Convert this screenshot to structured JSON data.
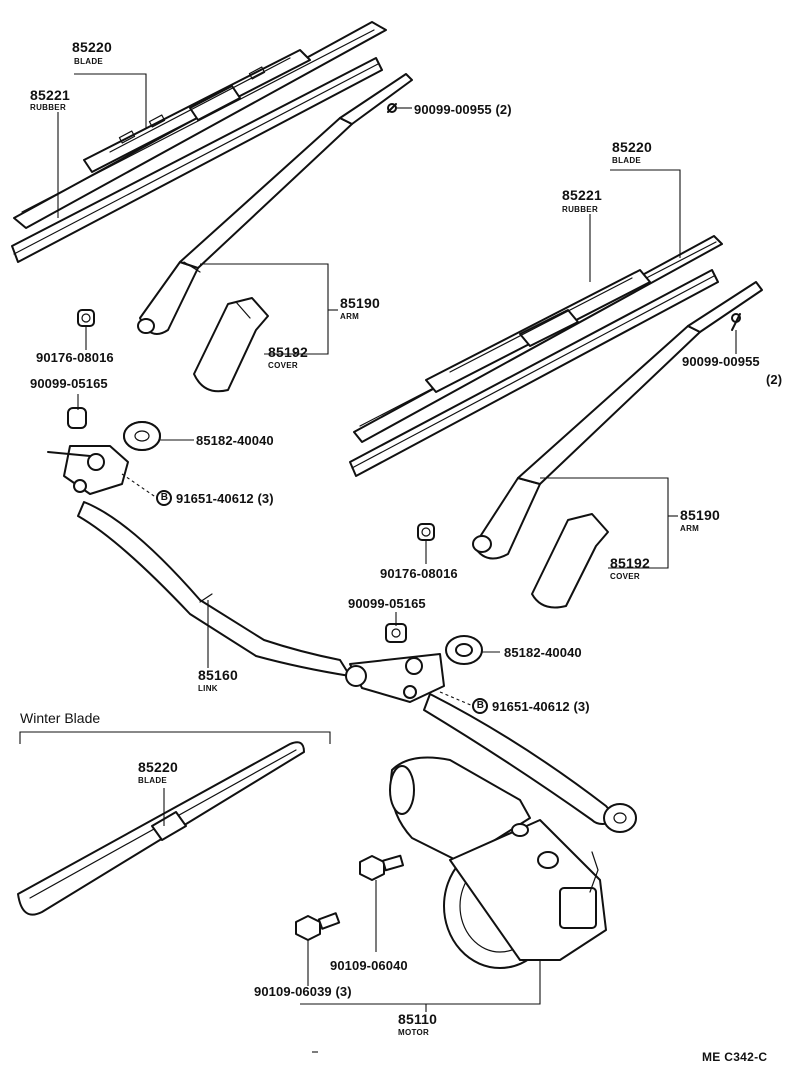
{
  "labels": {
    "blade_top_left": {
      "num": "85220",
      "name": "BLADE"
    },
    "rubber_top_left": {
      "num": "85221",
      "name": "RUBBER"
    },
    "blade_right": {
      "num": "85220",
      "name": "BLADE"
    },
    "rubber_right": {
      "num": "85221",
      "name": "RUBBER"
    },
    "arm_left": {
      "num": "85190",
      "name": "ARM"
    },
    "cover_left": {
      "num": "85192",
      "name": "COVER"
    },
    "arm_right": {
      "num": "85190",
      "name": "ARM"
    },
    "cover_right": {
      "num": "85192",
      "name": "COVER"
    },
    "link": {
      "num": "85160",
      "name": "LINK"
    },
    "winter_blade": {
      "num": "85220",
      "name": "BLADE"
    },
    "motor": {
      "num": "85110",
      "name": "MOTOR"
    }
  },
  "part_numbers": {
    "screw_top_left": "90099-00955 (2)",
    "screw_right": "90099-00955",
    "screw_right_qty": "(2)",
    "nut_left": "90176-08016",
    "nut_right": "90176-08016",
    "cap_left": "90099-05165",
    "cap_right": "90099-05165",
    "washer_left": "85182-40040",
    "washer_right": "85182-40040",
    "bolt_b_left": "91651-40612 (3)",
    "bolt_b_right": "91651-40612 (3)",
    "bolt_motor_1": "90109-06040",
    "bolt_motor_2": "90109-06039 (3)"
  },
  "callout_symbol": "B",
  "section_header": "Winter Blade",
  "figure_code": "ME C342-C"
}
